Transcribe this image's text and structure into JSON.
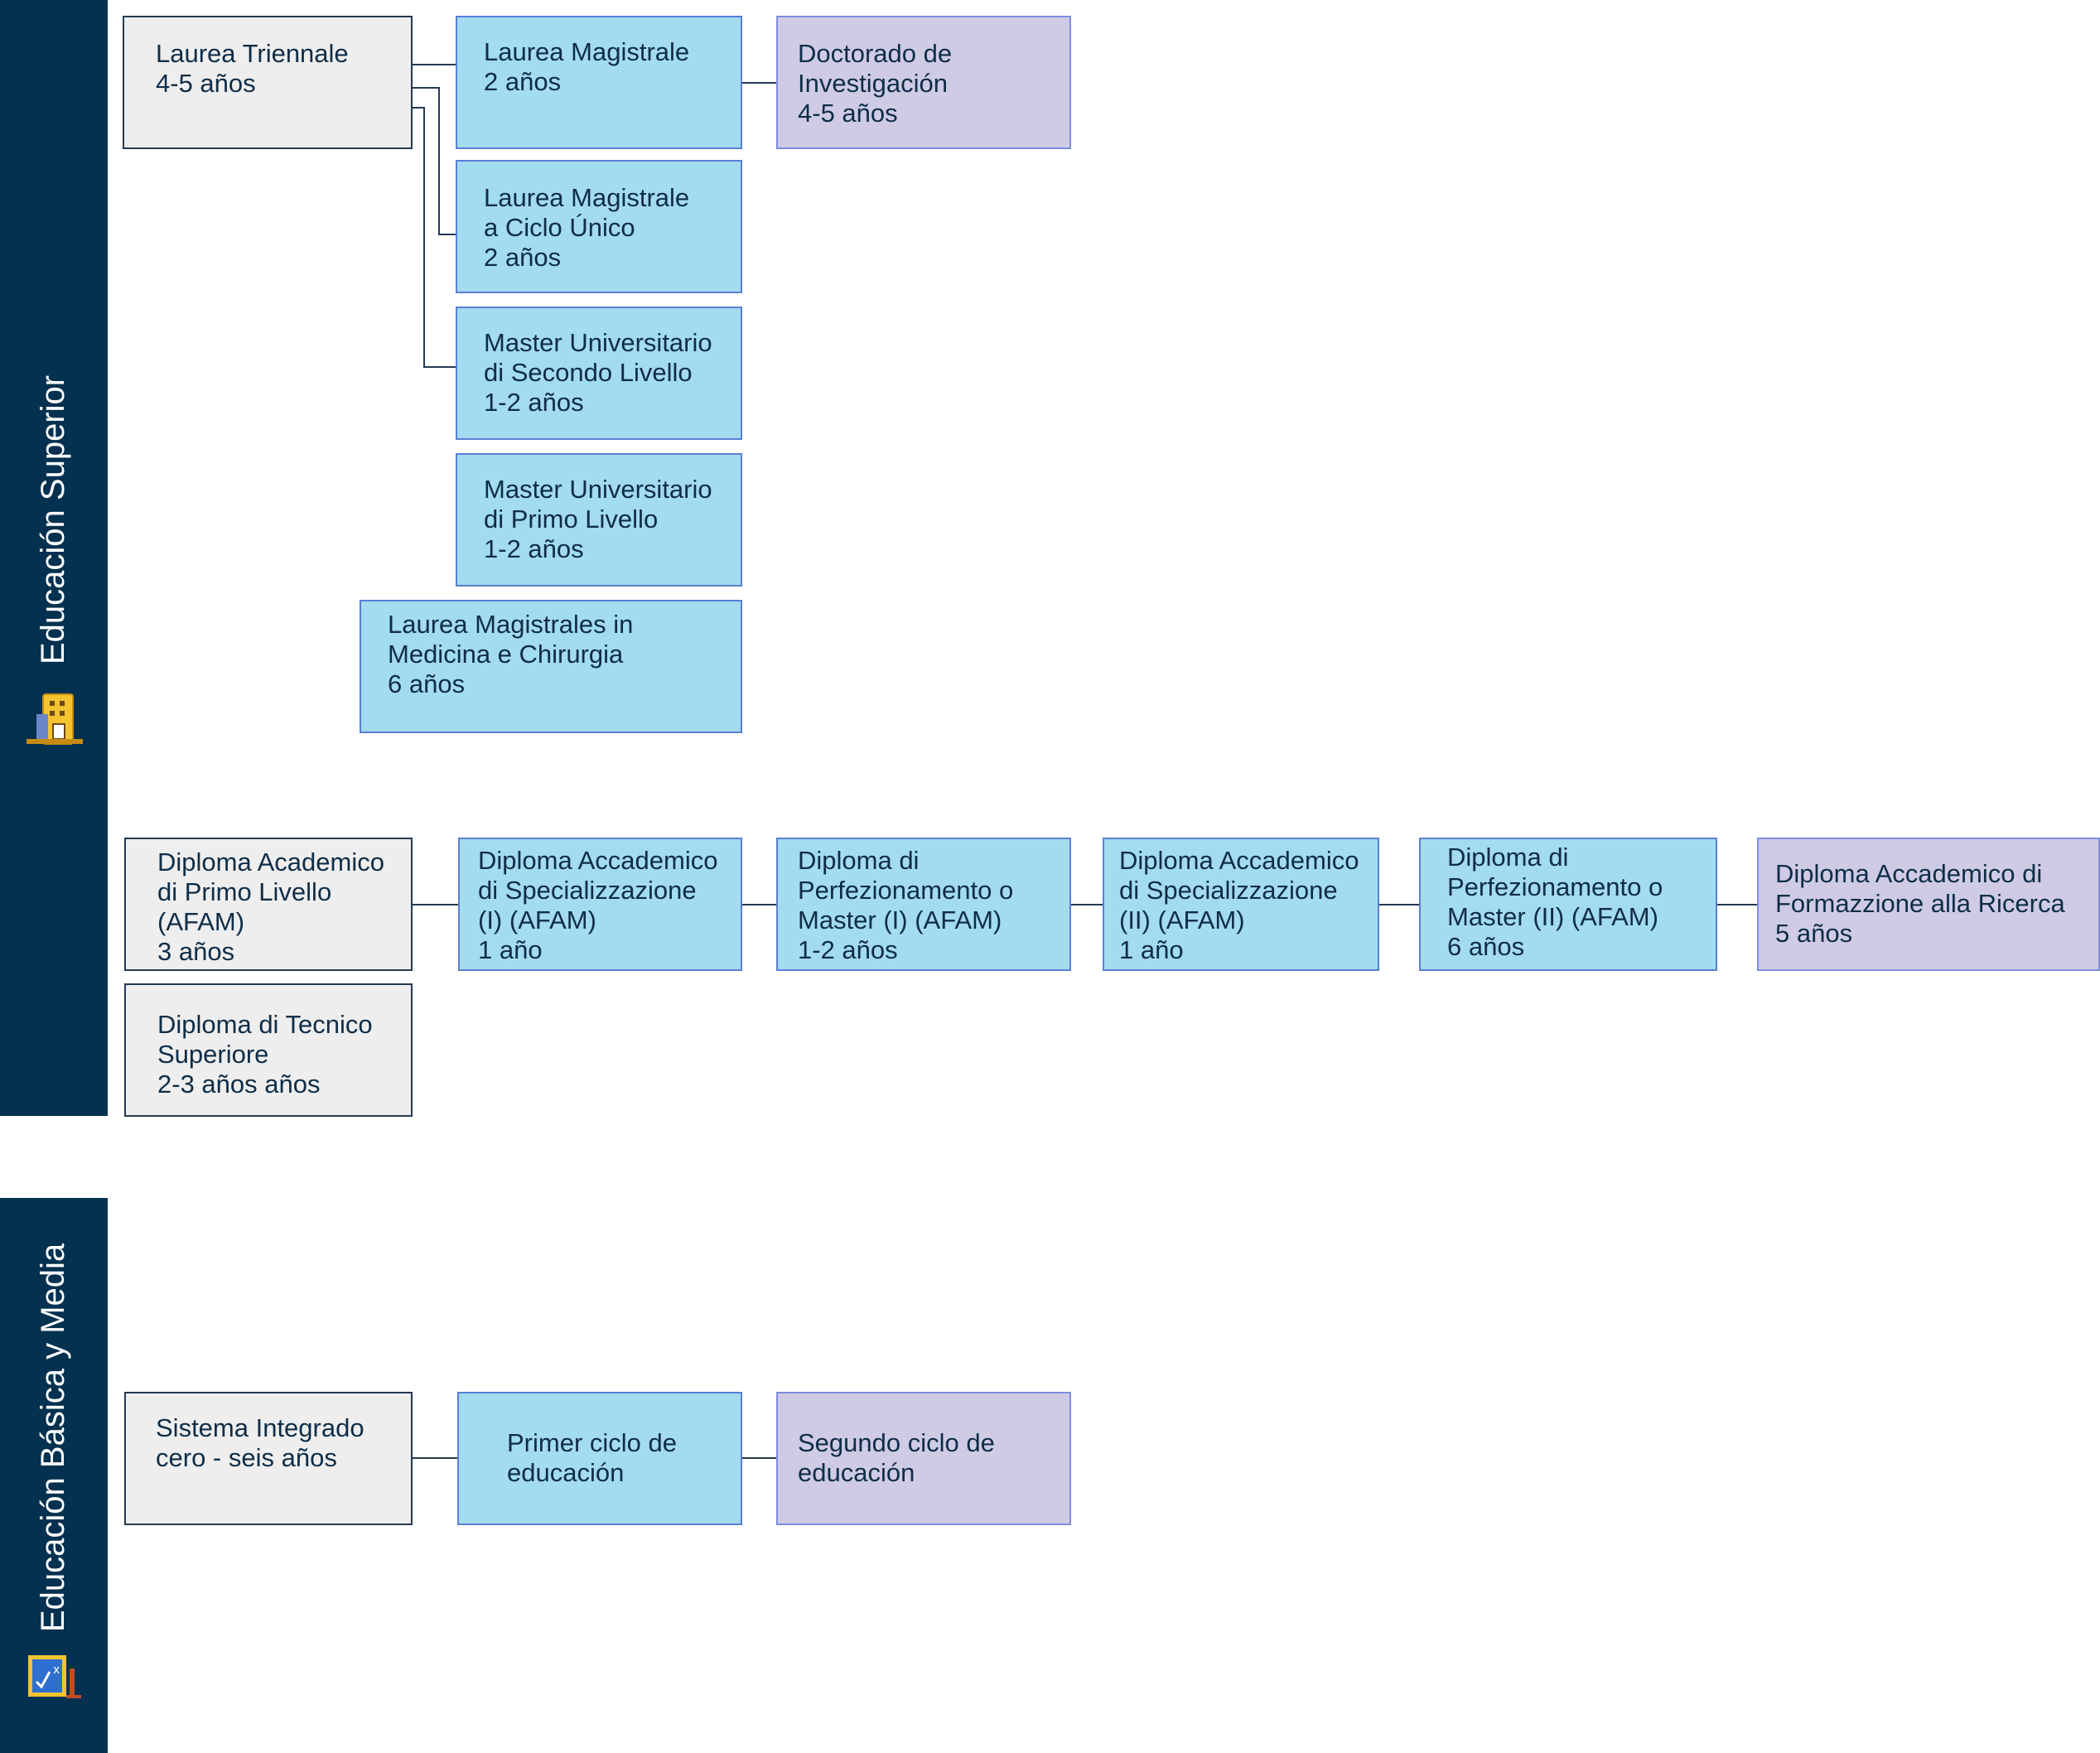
{
  "sections": {
    "superior": {
      "label": "Educación Superior",
      "icon": "university-building-icon"
    },
    "basica": {
      "label": "Educación Básica y Media",
      "icon": "classroom-board-icon"
    }
  },
  "nodes": {
    "laurea_triennale": {
      "lines": [
        "Laurea Triennale",
        "4-5 años"
      ]
    },
    "laurea_magistrale": {
      "lines": [
        "Laurea Magistrale",
        "2 años"
      ]
    },
    "doctorado": {
      "lines": [
        "Doctorado de",
        "Investigación",
        "4-5 años"
      ]
    },
    "laurea_ciclo_unico": {
      "lines": [
        "Laurea Magistrale",
        "a Ciclo Único",
        "2 años"
      ]
    },
    "master_secondo": {
      "lines": [
        "Master Universitario",
        "di Secondo Livello",
        "1-2 años"
      ]
    },
    "master_primo": {
      "lines": [
        "Master Universitario",
        "di Primo Livello",
        "1-2 años"
      ]
    },
    "medicina": {
      "lines": [
        "Laurea Magistrales in",
        "Medicina e Chirurgia",
        "6 años"
      ]
    },
    "diploma_primo": {
      "lines": [
        "Diploma Academico",
        "di Primo Livello",
        "(AFAM)",
        "3 años"
      ]
    },
    "diploma_spec_1": {
      "lines": [
        "Diploma Accademico",
        "di Specializzazione",
        "(I) (AFAM)",
        "1 año"
      ]
    },
    "diploma_perf_1": {
      "lines": [
        "Diploma di",
        "Perfezionamento o",
        "Master (I) (AFAM)",
        "1-2 años"
      ]
    },
    "diploma_spec_2": {
      "lines": [
        "Diploma Accademico",
        "di Specializzazione",
        "(II) (AFAM)",
        "1 año"
      ]
    },
    "diploma_perf_2": {
      "lines": [
        "Diploma di",
        "Perfezionamento o",
        "Master (II) (AFAM)",
        "6 años"
      ]
    },
    "diploma_ricerca": {
      "lines": [
        "Diploma Accademico di",
        "Formazzione alla Ricerca",
        "5 años"
      ]
    },
    "tecnico_superiore": {
      "lines": [
        "Diploma di Tecnico",
        "Superiore",
        "2-3 años años"
      ]
    },
    "sistema_integrado": {
      "lines": [
        "Sistema Integrado",
        "cero - seis años"
      ]
    },
    "primer_ciclo": {
      "lines": [
        "Primer ciclo de",
        "educación"
      ]
    },
    "segundo_ciclo": {
      "lines": [
        "Segundo ciclo de",
        "educación"
      ]
    }
  },
  "colors": {
    "band": "#03314f",
    "gray_box": "#eeeeee",
    "blue_box": "#a3dbef",
    "purple_box": "#cfcbe5",
    "connector": "#243a52",
    "text": "#0f2d47"
  }
}
